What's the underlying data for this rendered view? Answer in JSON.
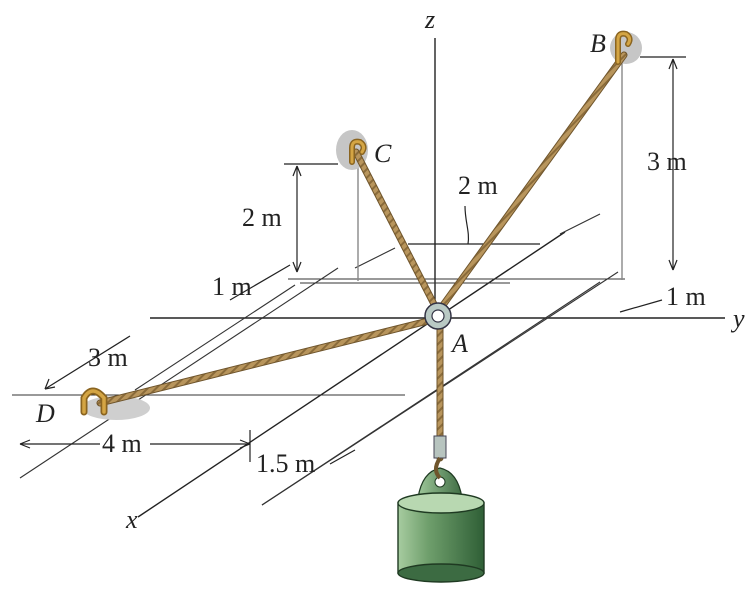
{
  "axes": {
    "x": "x",
    "y": "y",
    "z": "z"
  },
  "points": {
    "A": "A",
    "B": "B",
    "C": "C",
    "D": "D"
  },
  "dimensions": {
    "c_height": "2 m",
    "b_height": "3 m",
    "c_offset_y": "2 m",
    "c_offset_x": "1 m",
    "b_offset_x": "1 m",
    "d_offset_y": "3 m",
    "d_offset_x": "4 m",
    "a_offset_x": "1.5 m"
  },
  "colors": {
    "rope": "#b8955c",
    "rope_dark": "#7a5f33",
    "weight_body": "#5c8f5c",
    "weight_dark": "#2f5a34",
    "weight_light": "#a9cfa2",
    "hook": "#c99a3a",
    "mount": "#c8c8c8",
    "ring": "#a7b9b4",
    "line": "#222222"
  }
}
